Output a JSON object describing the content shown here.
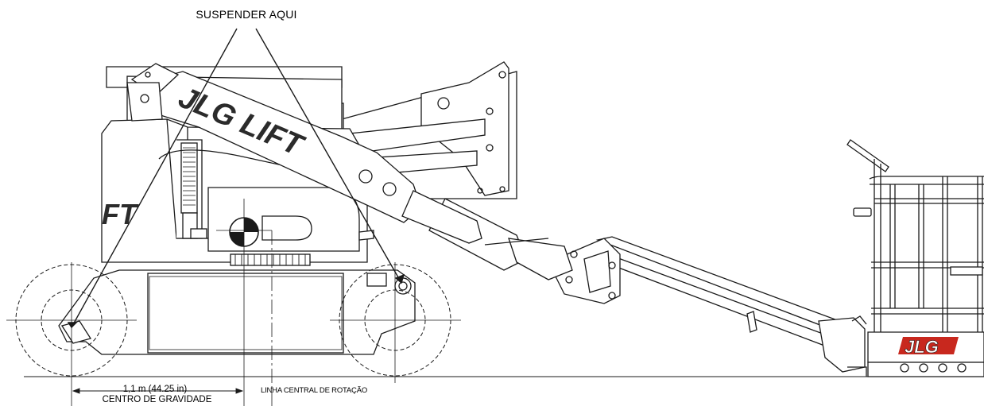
{
  "labels": {
    "lift_point": "SUSPENDER AQUI",
    "cg_distance": "1,1 m (44.25 in)",
    "cg_caption": "CENTRO DE GRAVIDADE",
    "rotation_centerline": "LINHA CENTRAL DE ROTAÇÃO"
  },
  "decals": {
    "boom_logo": "JLG LIFT",
    "chassis_logo": "JLG",
    "body_fragment": "FT"
  },
  "colors": {
    "line": "#1a1a1a",
    "logo_dark": "#2b2b2b",
    "accent_red": "#c8281e",
    "fill": "#ffffff"
  },
  "icons": [
    "center-of-gravity-icon",
    "lift-point-icon",
    "tie-down-icon"
  ]
}
